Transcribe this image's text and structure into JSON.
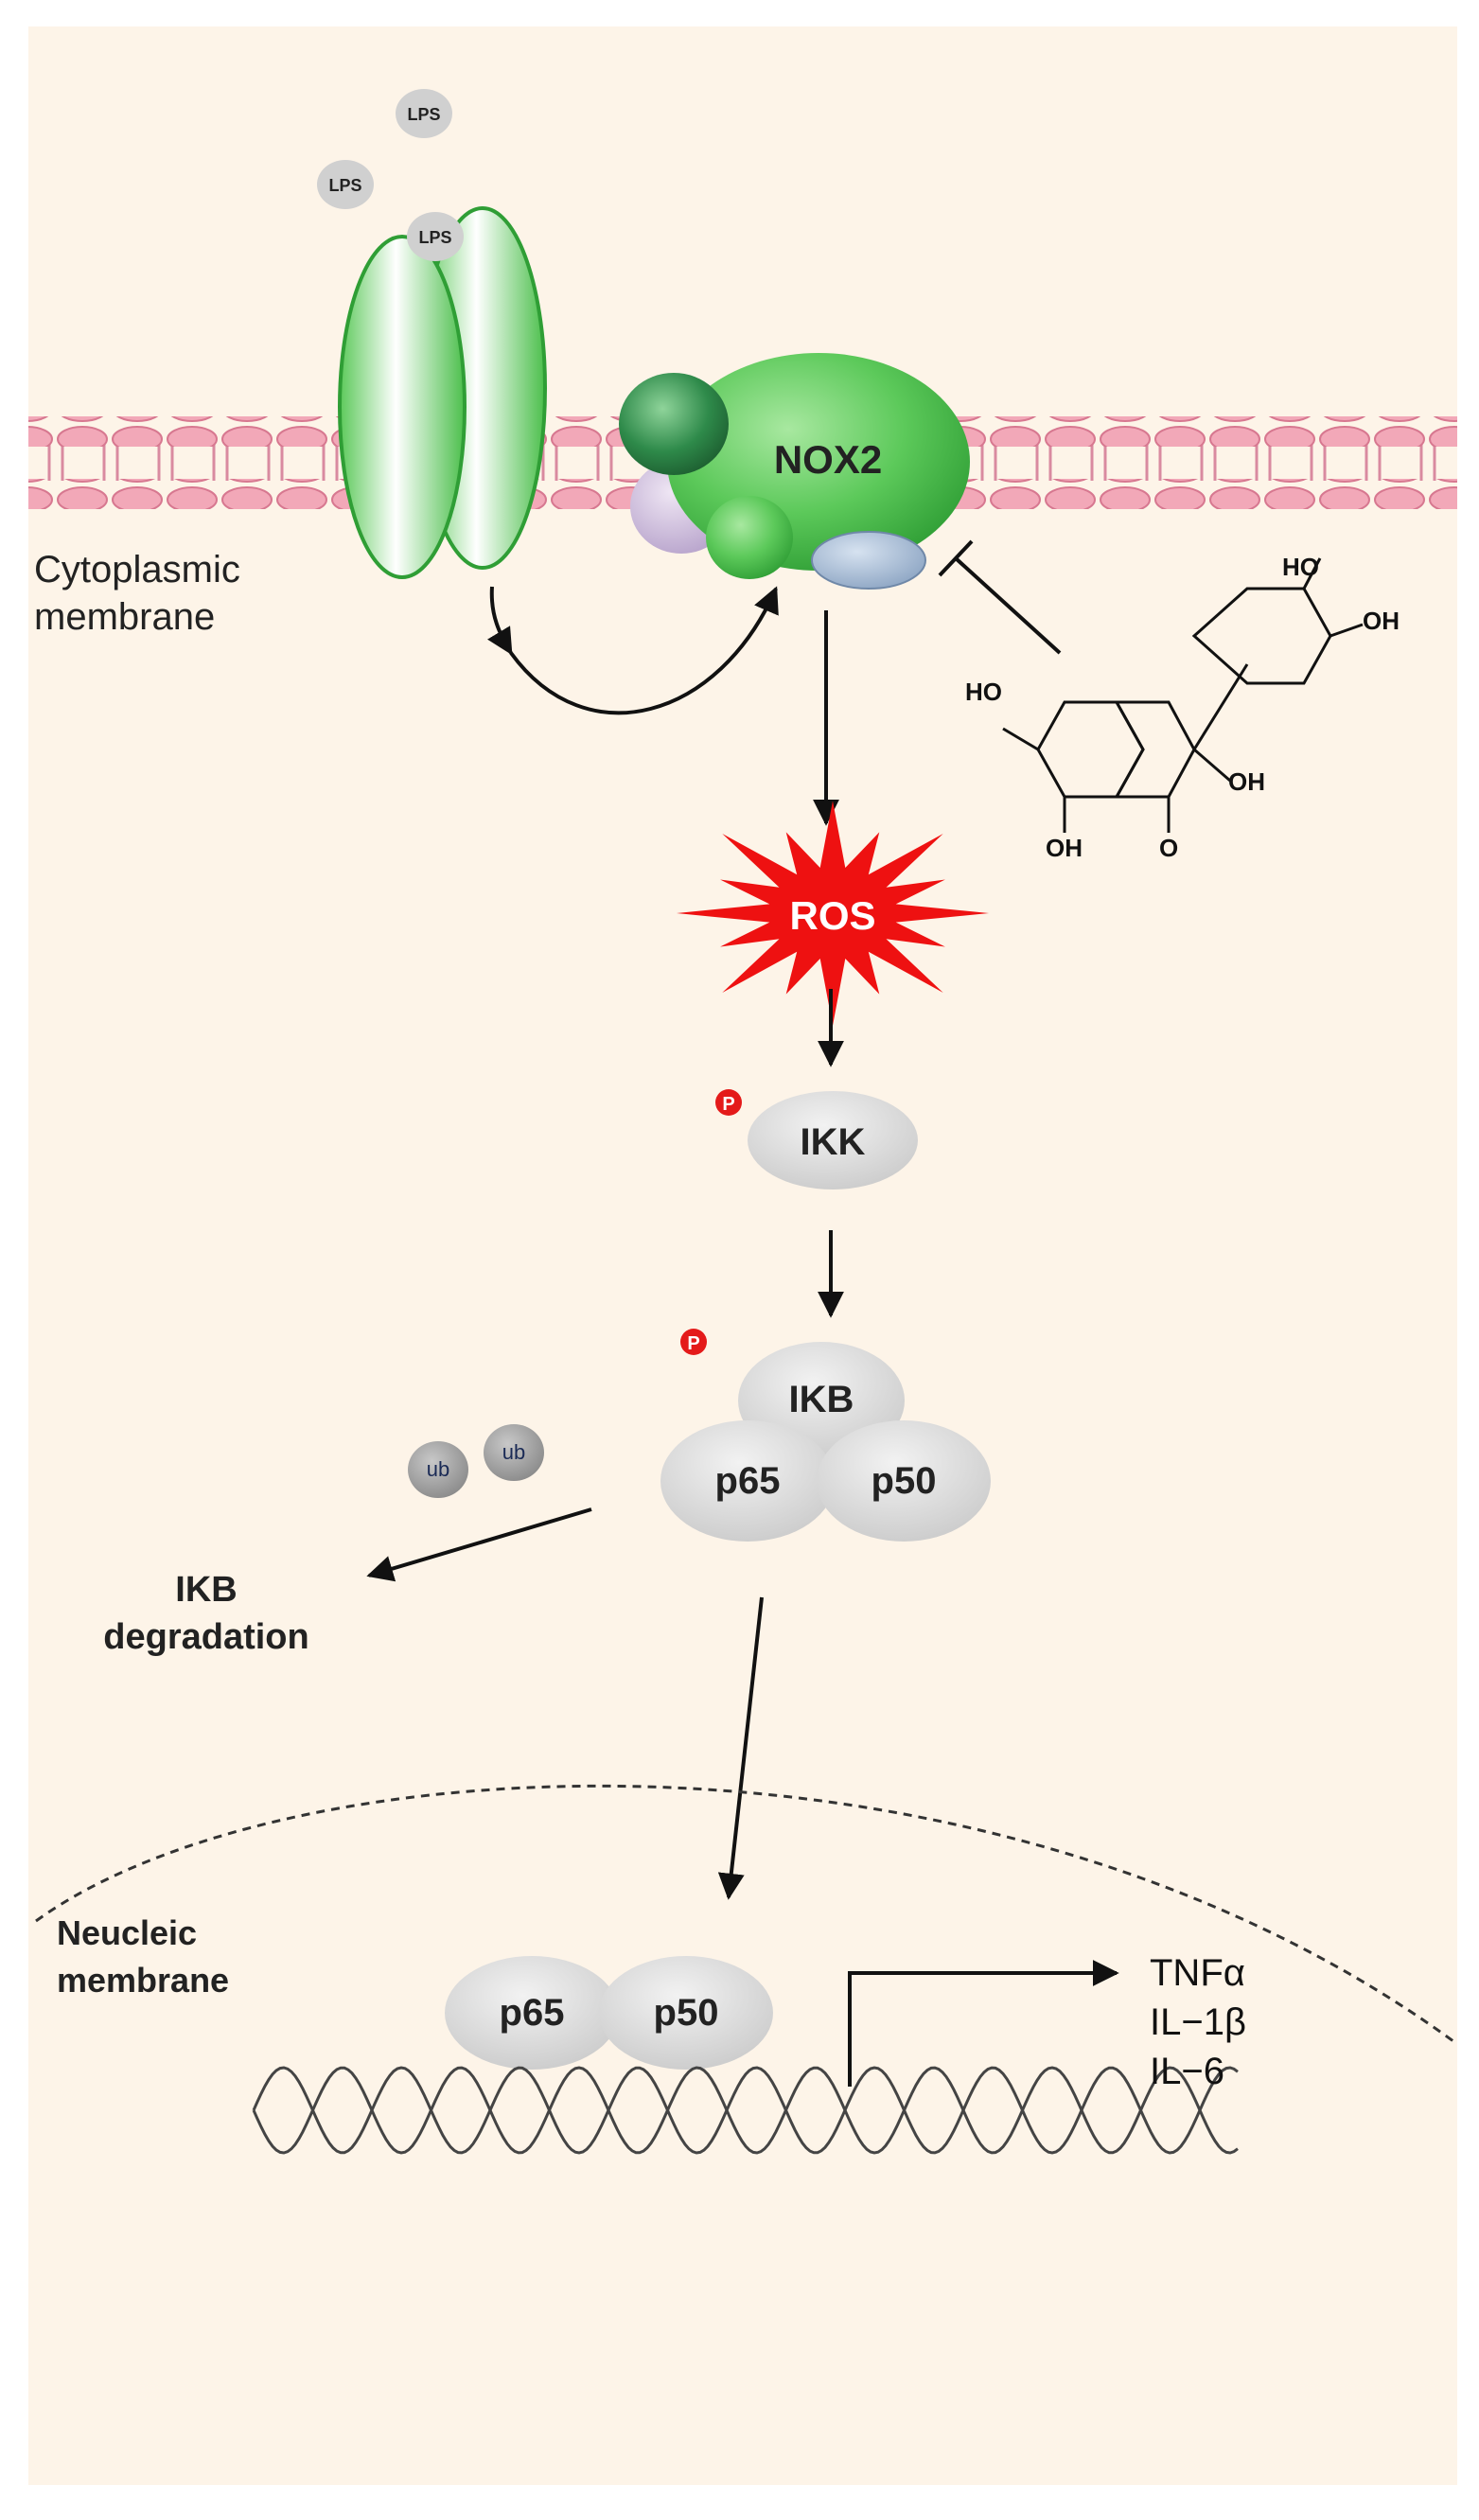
{
  "colors": {
    "background": "#fdf4e8",
    "membrane_head": "#f2a8b8",
    "protein_green": "#4cbf4c",
    "ros_red": "#ee1111",
    "node_grey": "#d9d9d9",
    "phospho_red": "#e41a1a"
  },
  "lps_labels": [
    "LPS",
    "LPS",
    "LPS"
  ],
  "membrane": {
    "label_line1": "Cytoplasmic",
    "label_line2": "membrane"
  },
  "nox2": {
    "label": "NOX2"
  },
  "molecule": {
    "ho_top": "HO",
    "oh_right": "OH",
    "ho_left": "HO",
    "oh_mid": "OH",
    "oh_bottom": "OH",
    "o_carbonyl": "O"
  },
  "ros": {
    "label": "ROS"
  },
  "ikk": {
    "label": "IKK",
    "phospho": "P"
  },
  "complex": {
    "ikb": "IKB",
    "p65": "p65",
    "p50": "p50",
    "phospho": "P"
  },
  "ubiquitin": [
    "ub",
    "ub"
  ],
  "degradation": {
    "line1": "IKB",
    "line2": "degradation"
  },
  "nucleus": {
    "label_line1": "Neucleic",
    "label_line2": "membrane",
    "p65": "p65",
    "p50": "p50",
    "genes": [
      "TNFα",
      "IL−1β",
      "IL−6"
    ]
  }
}
